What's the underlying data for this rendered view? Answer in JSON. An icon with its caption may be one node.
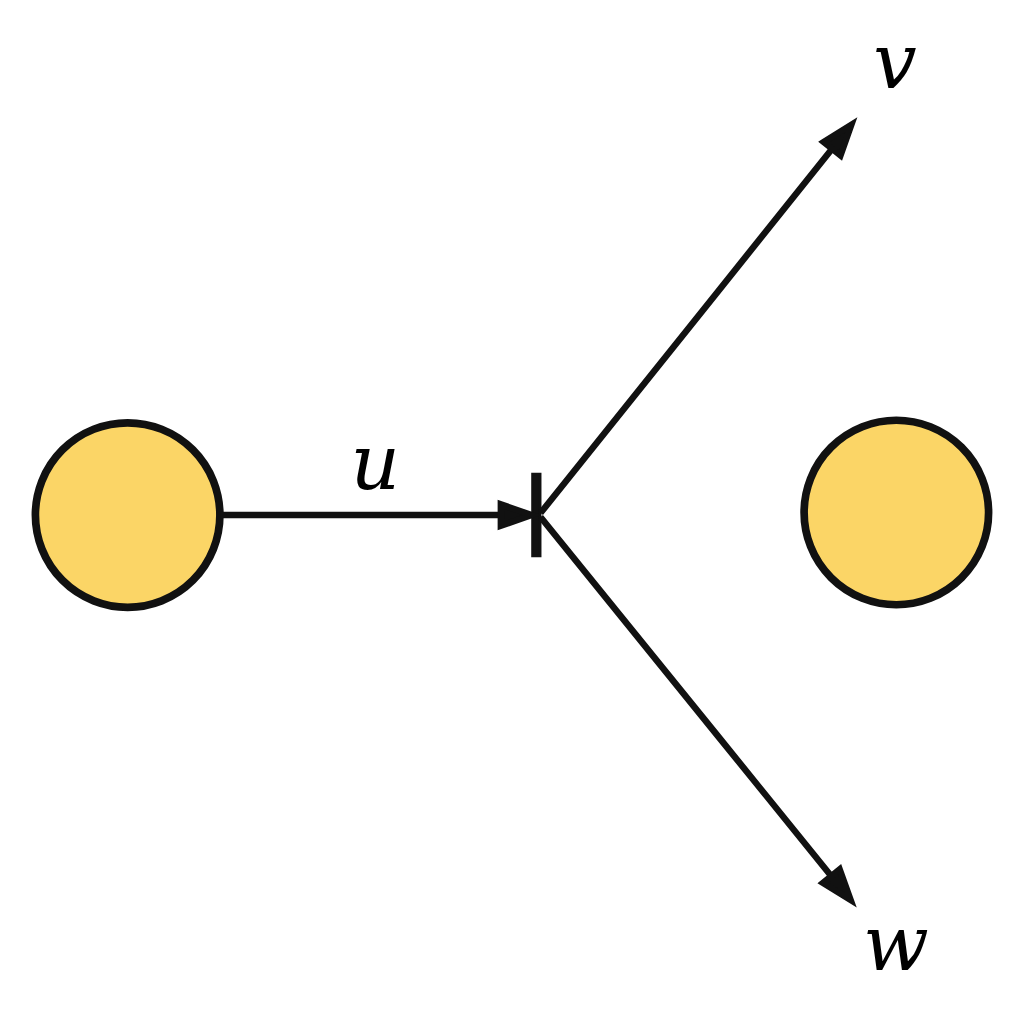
{
  "diagram": {
    "nodes": [
      {
        "text": [],
        "shape": "circle"
      },
      {
        "text": [],
        "shape": "bar"
      },
      {
        "text": [
          "v"
        ]
      },
      {
        "text": [],
        "shape": "circle"
      },
      {
        "text": [
          "w"
        ]
      }
    ],
    "edges": [
      {
        "from": 0,
        "to": 1,
        "arrow": "to",
        "label": "u"
      },
      {
        "from": 1,
        "to": 2,
        "arrow": "to"
      },
      {
        "from": 1,
        "to": 4,
        "arrow": "to"
      }
    ]
  }
}
